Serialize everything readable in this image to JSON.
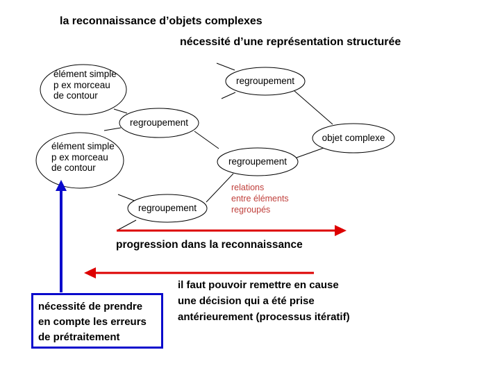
{
  "colors": {
    "red": "#DD0000",
    "annotation_red": "#C0403C",
    "blue": "#0A0ACC",
    "ink": "#000000"
  },
  "titles": {
    "line1": "la reconnaissance d’objets complexes",
    "line2": "nécessité d’une représentation structurée"
  },
  "diagram": {
    "nodes": [
      {
        "id": "element-simple-1",
        "label": "élément simple\np ex morceau\nde contour"
      },
      {
        "id": "regroupement-top-right",
        "label": "regroupement"
      },
      {
        "id": "regroupement-mid-left",
        "label": "regroupement"
      },
      {
        "id": "element-simple-2",
        "label": "élément simple\np ex morceau\nde contour"
      },
      {
        "id": "objet-complexe",
        "label": "objet complexe"
      },
      {
        "id": "regroupement-mid-right",
        "label": "regroupement"
      },
      {
        "id": "regroupement-bottom",
        "label": "regroupement"
      }
    ],
    "annotation": "relations\nentre éléments\nregroupés"
  },
  "captions": {
    "progression": "progression dans la reconnaissance",
    "feedback": "il faut pouvoir remettre en cause\nune décision qui a été prise\nantérieurement (processus itératif)",
    "note_box": "nécessité de prendre\nen compte les erreurs\nde prétraitement"
  }
}
